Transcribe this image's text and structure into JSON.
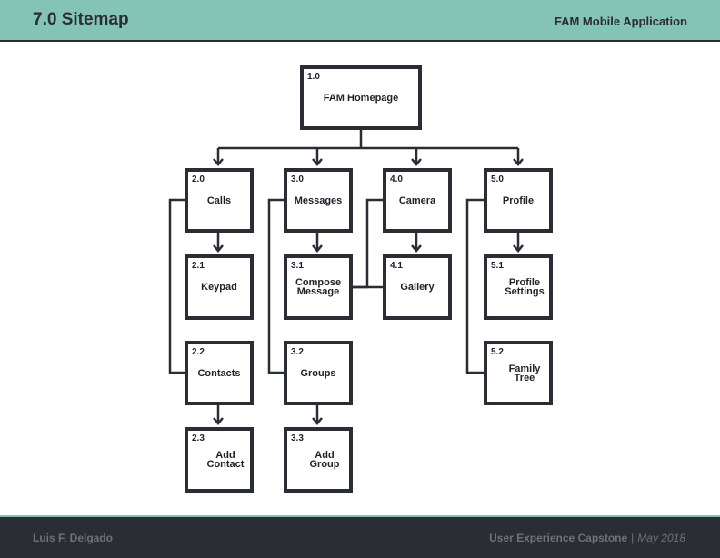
{
  "header": {
    "title": "7.0 Sitemap",
    "app_name": "FAM Mobile Application"
  },
  "footer": {
    "author": "Luis F. Delgado",
    "course": "User Experience Capstone",
    "separator": "|",
    "date": "May 2018"
  },
  "colors": {
    "header_bg": "#83c4b4",
    "footer_bg": "#2a2d33",
    "box_border": "#2a2d33",
    "footer_text": "#6f7278"
  },
  "sitemap": {
    "home": {
      "number": "1.0",
      "label": "FAM Homepage"
    },
    "calls": {
      "number": "2.0",
      "label": "Calls"
    },
    "keypad": {
      "number": "2.1",
      "label": "Keypad"
    },
    "contacts": {
      "number": "2.2",
      "label": "Contacts"
    },
    "add_contact": {
      "number": "2.3",
      "label": "Add Contact"
    },
    "messages": {
      "number": "3.0",
      "label": "Messages"
    },
    "compose": {
      "number": "3.1",
      "label": "Compose Message"
    },
    "groups": {
      "number": "3.2",
      "label": "Groups"
    },
    "add_group": {
      "number": "3.3",
      "label": "Add Group"
    },
    "camera": {
      "number": "4.0",
      "label": "Camera"
    },
    "gallery": {
      "number": "4.1",
      "label": "Gallery"
    },
    "profile": {
      "number": "5.0",
      "label": "Profile"
    },
    "profile_settings": {
      "number": "5.1",
      "label": "Profile Settings"
    },
    "family_tree": {
      "number": "5.2",
      "label": "Family Tree"
    }
  }
}
